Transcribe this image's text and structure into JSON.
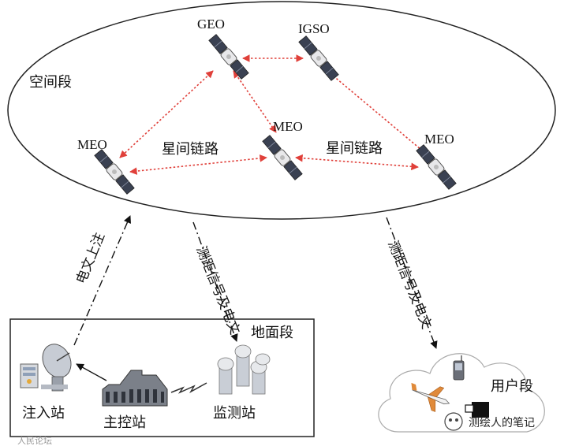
{
  "segments": {
    "space": "空间段",
    "ground": "地面段",
    "user": "用户段"
  },
  "satellites": {
    "geo": "GEO",
    "igso": "IGSO",
    "meo_left": "MEO",
    "meo_center": "MEO",
    "meo_right": "MEO"
  },
  "links": {
    "isl_left": "星间链路",
    "isl_right": "星间链路",
    "uplink": "电文上注",
    "ranging_ground": "测距信号及电文",
    "ranging_user": "测距信号及电文"
  },
  "stations": {
    "injection": "注入站",
    "master": "主控站",
    "monitor": "监测站"
  },
  "watermark": {
    "right": "测绘人的笔记",
    "left": "人民论坛"
  },
  "colors": {
    "isl_arrow": "#e0403a",
    "ellipse_stroke": "#222222",
    "satellite_panel": "#3a4152"
  }
}
